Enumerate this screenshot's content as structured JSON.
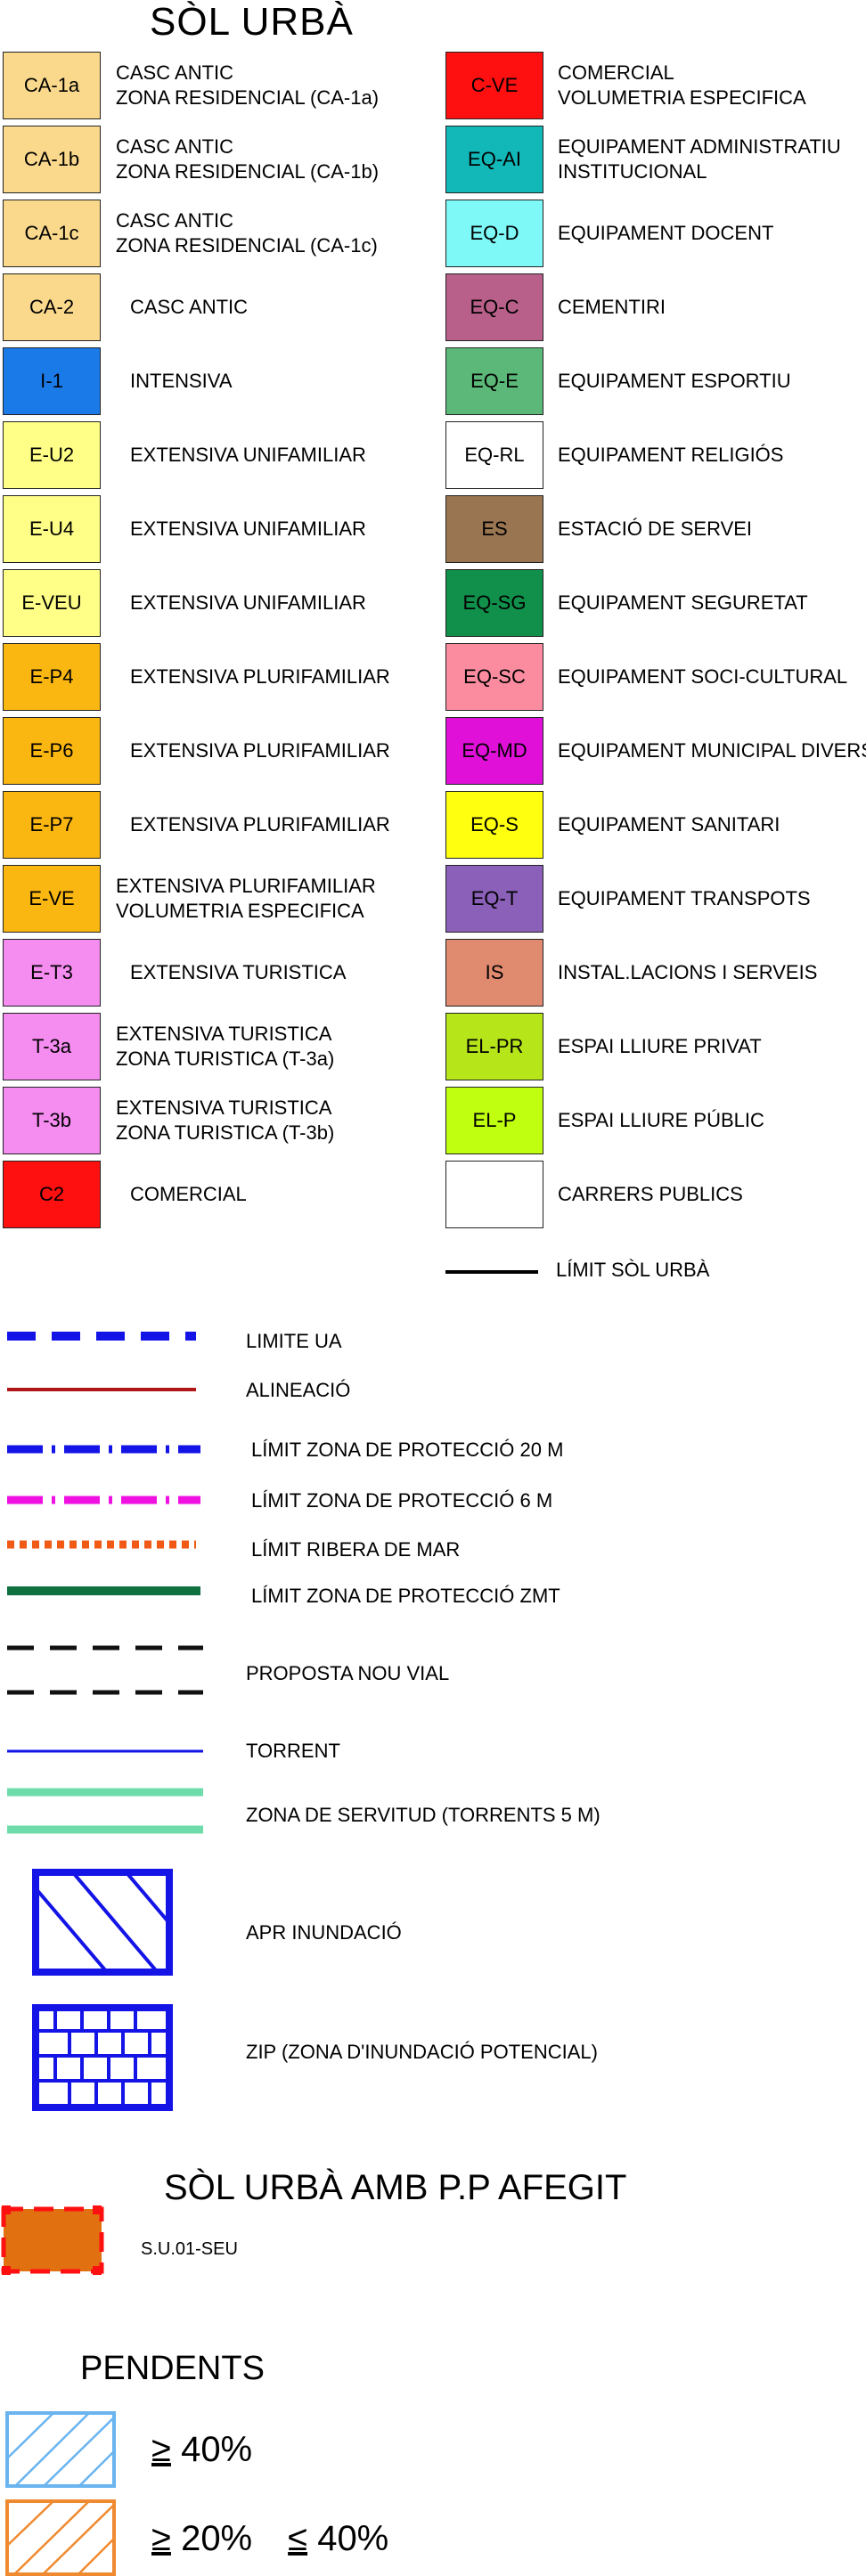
{
  "title": "SÒL URBÀ",
  "left_items": [
    {
      "code": "CA-1a",
      "color": "#fad98c",
      "label": [
        "CASC ANTIC",
        "ZONA RESIDENCIAL (CA-1a)"
      ]
    },
    {
      "code": "CA-1b",
      "color": "#fad98c",
      "label": [
        "CASC ANTIC",
        "ZONA RESIDENCIAL (CA-1b)"
      ]
    },
    {
      "code": "CA-1c",
      "color": "#fad98c",
      "label": [
        "CASC ANTIC",
        "ZONA RESIDENCIAL (CA-1c)"
      ]
    },
    {
      "code": "CA-2",
      "color": "#fad98c",
      "label": [
        "CASC ANTIC"
      ]
    },
    {
      "code": "I-1",
      "color": "#1a7ae8",
      "label": [
        "INTENSIVA"
      ]
    },
    {
      "code": "E-U2",
      "color": "#ffff88",
      "label": [
        "EXTENSIVA UNIFAMILIAR"
      ]
    },
    {
      "code": "E-U4",
      "color": "#ffff88",
      "label": [
        "EXTENSIVA UNIFAMILIAR"
      ]
    },
    {
      "code": "E-VEU",
      "color": "#ffff88",
      "label": [
        "EXTENSIVA UNIFAMILIAR"
      ]
    },
    {
      "code": "E-P4",
      "color": "#fbb711",
      "label": [
        "EXTENSIVA PLURIFAMILIAR"
      ]
    },
    {
      "code": "E-P6",
      "color": "#fbb711",
      "label": [
        "EXTENSIVA PLURIFAMILIAR"
      ]
    },
    {
      "code": "E-P7",
      "color": "#fbb711",
      "label": [
        "EXTENSIVA PLURIFAMILIAR"
      ]
    },
    {
      "code": "E-VE",
      "color": "#fbb711",
      "label": [
        "EXTENSIVA PLURIFAMILIAR",
        "VOLUMETRIA ESPECIFICA"
      ]
    },
    {
      "code": "E-T3",
      "color": "#f58cf0",
      "label": [
        "EXTENSIVA TURISTICA"
      ]
    },
    {
      "code": "T-3a",
      "color": "#f58cf0",
      "label": [
        "EXTENSIVA TURISTICA",
        "ZONA TURISTICA (T-3a)"
      ]
    },
    {
      "code": "T-3b",
      "color": "#f58cf0",
      "label": [
        "EXTENSIVA TURISTICA",
        "ZONA TURISTICA (T-3b)"
      ]
    },
    {
      "code": "C2",
      "color": "#ff1010",
      "label": [
        "COMERCIAL"
      ]
    }
  ],
  "right_items": [
    {
      "code": "C-VE",
      "color": "#ff1010",
      "label": [
        "COMERCIAL",
        "VOLUMETRIA ESPECIFICA"
      ]
    },
    {
      "code": "EQ-AI",
      "color": "#12b8b8",
      "label": [
        "EQUIPAMENT ADMINISTRATIU",
        "INSTITUCIONAL"
      ]
    },
    {
      "code": "EQ-D",
      "color": "#7ff8f8",
      "label": [
        "EQUIPAMENT DOCENT"
      ]
    },
    {
      "code": "EQ-C",
      "color": "#b8608a",
      "label": [
        "CEMENTIRI"
      ]
    },
    {
      "code": "EQ-E",
      "color": "#5cb878",
      "label": [
        "EQUIPAMENT ESPORTIU"
      ]
    },
    {
      "code": "EQ-RL",
      "color": "#ffffff",
      "label": [
        "EQUIPAMENT RELIGIÓS"
      ]
    },
    {
      "code": "ES",
      "color": "#9a7552",
      "label": [
        "ESTACIÓ DE SERVEI"
      ]
    },
    {
      "code": "EQ-SG",
      "color": "#10904a",
      "label": [
        "EQUIPAMENT SEGURETAT"
      ]
    },
    {
      "code": "EQ-SC",
      "color": "#fb8ca0",
      "label": [
        "EQUIPAMENT SOCI-CULTURAL"
      ]
    },
    {
      "code": "EQ-MD",
      "color": "#e010d8",
      "label": [
        "EQUIPAMENT MUNICIPAL DIVERS"
      ]
    },
    {
      "code": "EQ-S",
      "color": "#ffff10",
      "label": [
        "EQUIPAMENT SANITARI"
      ]
    },
    {
      "code": "EQ-T",
      "color": "#8a60b8",
      "label": [
        "EQUIPAMENT TRANSPOTS"
      ]
    },
    {
      "code": "IS",
      "color": "#e08a70",
      "label": [
        "INSTAL.LACIONS I SERVEIS"
      ]
    },
    {
      "code": "EL-PR",
      "color": "#b6e51a",
      "label": [
        "ESPAI LLIURE PRIVAT"
      ]
    },
    {
      "code": "EL-P",
      "color": "#c0ff10",
      "label": [
        "ESPAI LLIURE PÚBLIC"
      ]
    },
    {
      "code": "",
      "color": "#ffffff",
      "label": [
        "CARRERS PUBLICS"
      ]
    }
  ],
  "limit_sol_urba": "LÍMIT SÒL URBÀ",
  "line_legend": [
    "LIMITE UA",
    "ALINEACIÓ",
    "LÍMIT ZONA DE PROTECCIÓ 20 M",
    "LÍMIT ZONA DE PROTECCIÓ 6 M",
    "LÍMIT RIBERA DE MAR",
    "LÍMIT ZONA DE PROTECCIÓ ZMT",
    "PROPOSTA NOU VIAL",
    "TORRENT",
    "ZONA DE SERVITUD (TORRENTS 5 M)",
    "APR INUNDACIÓ",
    "ZIP (ZONA D'INUNDACIÓ POTENCIAL)"
  ],
  "line_colors": {
    "blue": "#1414e6",
    "darkred": "#b01818",
    "magenta": "#f010e0",
    "orange": "#f05a14",
    "green": "#107040",
    "black": "#111111",
    "mint": "#6edcaa"
  },
  "pp_section": {
    "title": "SÒL URBÀ AMB P.P AFEGIT",
    "item_label": "S.U.01-SEU",
    "fill": "#e07010",
    "edge": "#ff1010"
  },
  "pendents": {
    "title": "PENDENTS",
    "items": [
      {
        "op": "≥",
        "text": " 40%",
        "color": "#6ab4f0"
      },
      {
        "op": "≥",
        "text": " 20%",
        "op2": "≤",
        "text2": " 40%",
        "color": "#f08a30"
      }
    ]
  }
}
